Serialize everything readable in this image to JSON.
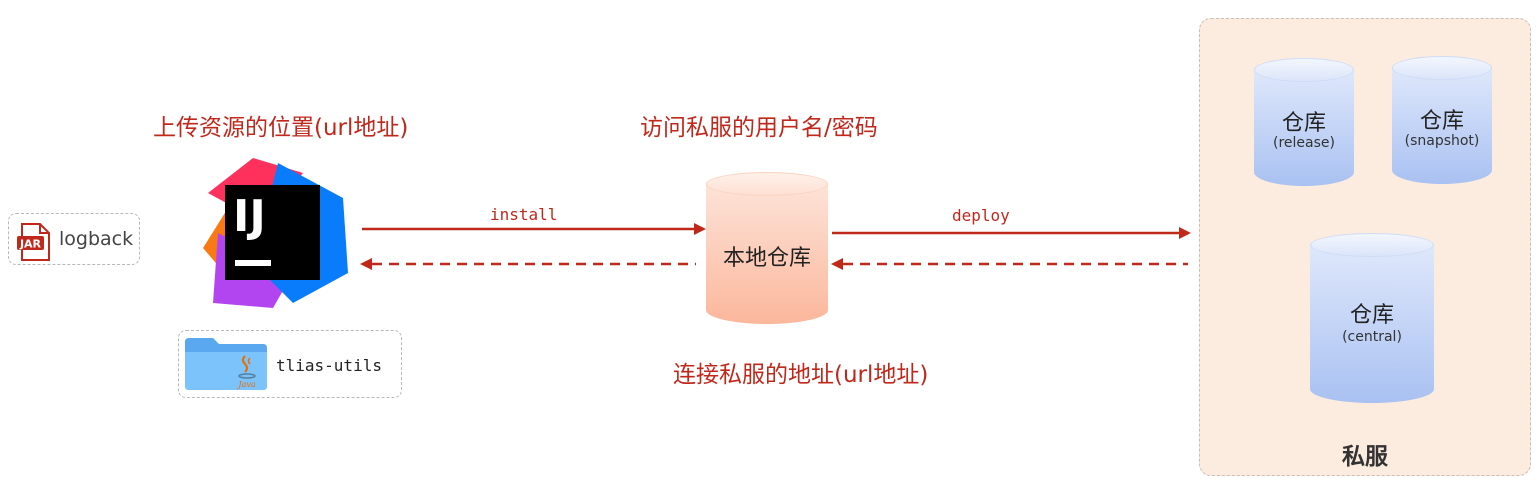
{
  "labels": {
    "upload_location": "上传资源的位置(url地址)",
    "credentials": "访问私服的用户名/密码",
    "connect_address": "连接私服的地址(url地址)"
  },
  "arrows": {
    "install": "install",
    "deploy": "deploy"
  },
  "artifacts": {
    "jar_badge": "JAR",
    "jar_name": "logback",
    "module_name": "tlias-utils",
    "java_badge": "Java"
  },
  "ide": {
    "logo_text": "IJ",
    "icon": "intellij-idea-icon"
  },
  "local_repo": {
    "label": "本地仓库"
  },
  "private_server": {
    "title": "私服",
    "repos": [
      {
        "name": "仓库",
        "type": "(release)"
      },
      {
        "name": "仓库",
        "type": "(snapshot)"
      },
      {
        "name": "仓库",
        "type": "(central)"
      }
    ]
  },
  "colors": {
    "accent_red": "#c0281c",
    "panel_bg": "#fcebdf",
    "repo_blue": "#a9c1f2",
    "repo_orange": "#fbb79c"
  }
}
